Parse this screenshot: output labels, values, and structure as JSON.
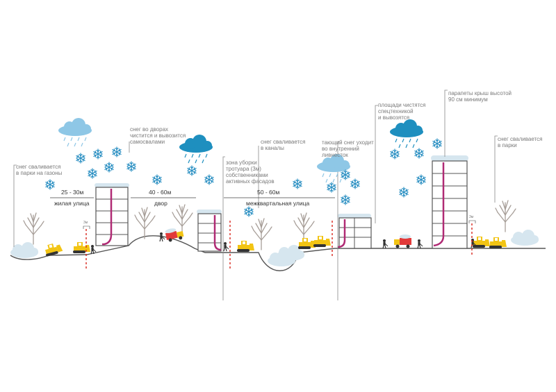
{
  "annotations": {
    "park_lawns": "снег сваливается\nв парки на газоны",
    "courtyards": "снег во дворах\nчистится и вывозится\nсамосвалами",
    "channels": "снег сваливается\nв каналы",
    "sidewalk_zone": "зона уборки\nтротуара (3м)\nсобственниками\nактивных фасадов",
    "melting": "тающий снег уходит\nво внутренний\nливнесток",
    "squares": "площади чистятся\nспецтехникой\nи вывозятся",
    "parapets": "парапеты крыш высотой\n90 см минимум",
    "park_right": "снег сваливается\nв парки"
  },
  "dimensions": {
    "residential_width": "25 - 30м",
    "courtyard_width": "40 - 60м",
    "interblock_width": "50 - 60м"
  },
  "zones": {
    "residential": "жилая улица",
    "courtyard": "двор",
    "interblock": "межквартальная улица"
  },
  "small_marks": {
    "sidewalk_1": "3м",
    "sidewalk_2": "3м"
  },
  "colors": {
    "cloud_light": "#8ec7e6",
    "cloud_dark": "#1e8fbf",
    "snowflake": "#2a8fc2",
    "drainpipe": "#b02a74",
    "truck_red": "#e23a3a",
    "bulldozer_yellow": "#f2c414",
    "ground": "#555555",
    "snow": "#d6e6ef",
    "tree": "#a79e98",
    "marker_red": "#d9261c"
  }
}
